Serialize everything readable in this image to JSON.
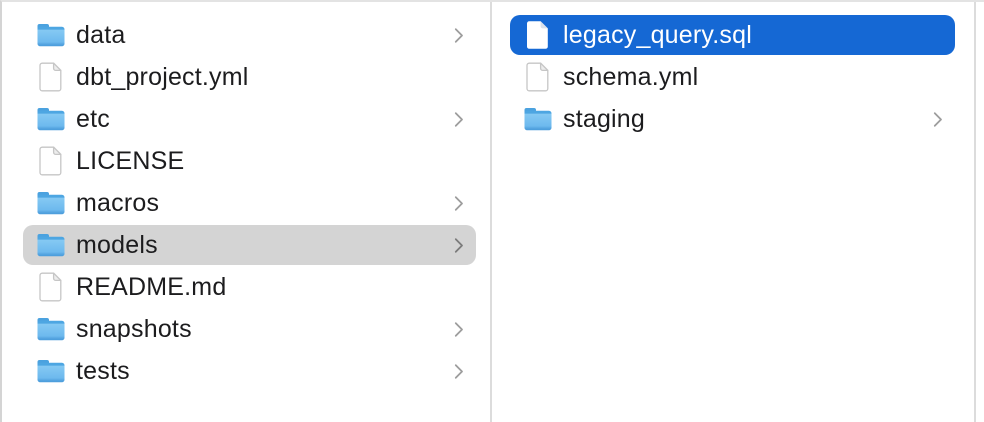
{
  "finder": {
    "view": "column-view",
    "columns": [
      {
        "items": [
          {
            "label": "data",
            "kind": "folder",
            "icon": "folder-icon",
            "has_chevron": true,
            "selected": false
          },
          {
            "label": "dbt_project.yml",
            "kind": "document",
            "icon": "document-icon",
            "has_chevron": false,
            "selected": false
          },
          {
            "label": "etc",
            "kind": "folder",
            "icon": "folder-icon",
            "has_chevron": true,
            "selected": false
          },
          {
            "label": "LICENSE",
            "kind": "document",
            "icon": "document-icon",
            "has_chevron": false,
            "selected": false
          },
          {
            "label": "macros",
            "kind": "folder",
            "icon": "folder-icon",
            "has_chevron": true,
            "selected": false
          },
          {
            "label": "models",
            "kind": "folder",
            "icon": "folder-icon",
            "has_chevron": true,
            "selected": true,
            "selection_style": "inactive-gray"
          },
          {
            "label": "README.md",
            "kind": "document",
            "icon": "document-icon",
            "has_chevron": false,
            "selected": false
          },
          {
            "label": "snapshots",
            "kind": "folder",
            "icon": "folder-icon",
            "has_chevron": true,
            "selected": false
          },
          {
            "label": "tests",
            "kind": "folder",
            "icon": "folder-icon",
            "has_chevron": true,
            "selected": false
          }
        ]
      },
      {
        "items": [
          {
            "label": "legacy_query.sql",
            "kind": "document",
            "icon": "document-icon",
            "has_chevron": false,
            "selected": true,
            "selection_style": "active-blue"
          },
          {
            "label": "schema.yml",
            "kind": "document",
            "icon": "document-icon",
            "has_chevron": false,
            "selected": false
          },
          {
            "label": "staging",
            "kind": "folder",
            "icon": "folder-icon",
            "has_chevron": true,
            "selected": false
          }
        ]
      }
    ]
  },
  "icons": {
    "chevron_right_glyph": "›",
    "folder": "blue macOS folder",
    "document": "white page with folded corner"
  },
  "colors": {
    "selection_active_blue": "#1568d4",
    "selection_inactive_gray": "#d4d4d4",
    "selected_text": "#ffffff",
    "text": "#1c1c1e",
    "divider": "#dcdcdc",
    "chevron_gray": "#9d9d9d",
    "chevron_on_gray_selection": "#7b7b7b",
    "folder_blue_light": "#85c9f3",
    "folder_blue_dark": "#54a4e0",
    "folder_tab_blue": "#4ba2df"
  }
}
